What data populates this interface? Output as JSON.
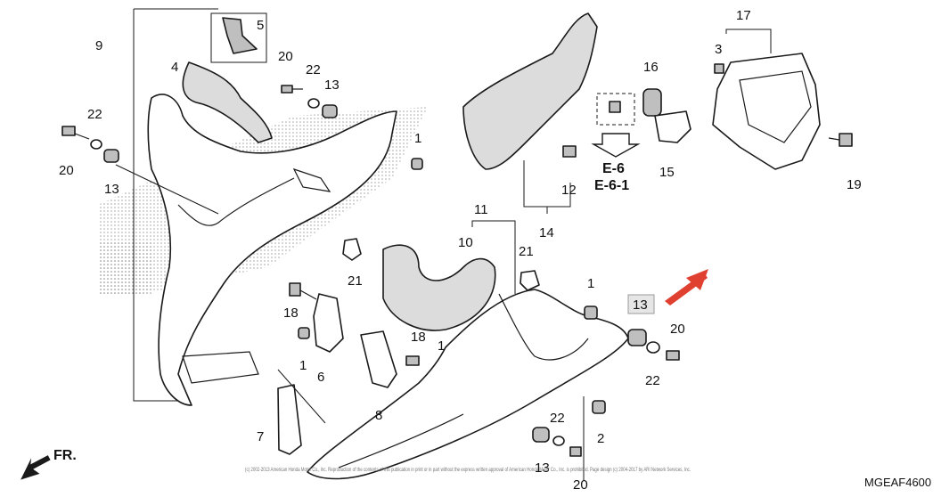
{
  "diagram": {
    "code": "MGEAF4600",
    "fr_label": "FR.",
    "reference_labels": [
      "E-6",
      "E-6-1"
    ],
    "highlighted_callout": "13",
    "copyright": "(c) 2002-2013 American Honda Motor Co., Inc. Reproduction of the contents of this publication in print or in part without the express written approval of American Honda Motor Co., Inc. is prohibited. Page design (c) 2004-2017 by ARI Network Services, Inc.",
    "callouts": {
      "c9": "9",
      "c5": "5",
      "c4": "4",
      "c20a": "20",
      "c22a": "22",
      "c13a": "13",
      "c22b": "22",
      "c20b": "20",
      "c13b": "13",
      "c1a": "1",
      "c11": "11",
      "c10": "10",
      "c21a": "21",
      "c21b": "21",
      "c14": "14",
      "c12": "12",
      "c16": "16",
      "c15": "15",
      "c17": "17",
      "c3": "3",
      "c19": "19",
      "c18a": "18",
      "c6": "6",
      "c1b": "1",
      "c18b": "18",
      "c1c": "1",
      "c8": "8",
      "c7": "7",
      "c1d": "1",
      "c13c": "13",
      "c20c": "20",
      "c22c": "22",
      "c22d": "22",
      "c2": "2",
      "c13d": "13",
      "c20d": "20"
    }
  }
}
